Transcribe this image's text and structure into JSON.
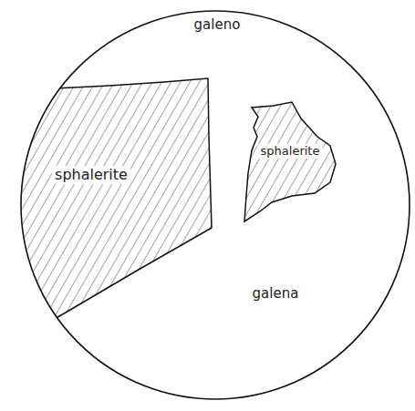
{
  "diagram": {
    "nodes": [
      {
        "text": [
          "galeno",
          "galena"
        ]
      },
      {
        "text": [
          "sphalerite"
        ],
        "in": 0
      },
      {
        "text": [
          "sphalerite"
        ],
        "in": 0
      }
    ]
  }
}
